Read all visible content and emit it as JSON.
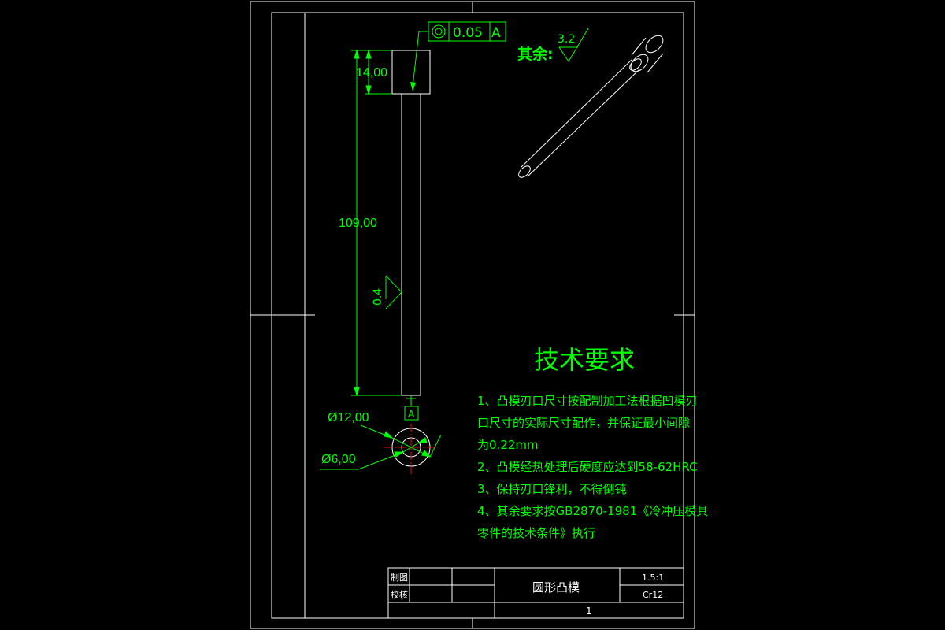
{
  "drawing": {
    "colors": {
      "background": "#000000",
      "frame": "#ffffff",
      "annotation": "#00ff00",
      "centerline": "#ff0000"
    },
    "tolerance": {
      "symbol": "concentricity-icon",
      "value": "0.05",
      "datum": "A"
    },
    "roughness_general": {
      "label": "其余:",
      "value": "3.2"
    },
    "roughness_shank": {
      "value": "0.4"
    },
    "dimensions": {
      "head_length": "14,00",
      "total_length": "109,00",
      "dia_head": "Ø12,00",
      "dia_shank": "Ø6,00"
    },
    "datum_label": "A",
    "tech_requirements": {
      "title": "技术要求",
      "lines": [
        "1、凸模刃口尺寸按配制加工法根据凹模刃",
        "口尺寸的实际尺寸配作，并保证最小间隙",
        "为0.22mm",
        "2、凸模经热处理后硬度应达到58-62HRC",
        "3、保持刃口锋利，不得倒钝",
        "4、其余要求按GB2870-1981《冷冲压模具",
        "零件的技术条件》执行"
      ]
    },
    "title_block": {
      "drawn_label": "制图",
      "checked_label": "校核",
      "part_name": "圆形凸模",
      "scale": "1.5:1",
      "material": "Cr12",
      "sheet": "1"
    }
  }
}
